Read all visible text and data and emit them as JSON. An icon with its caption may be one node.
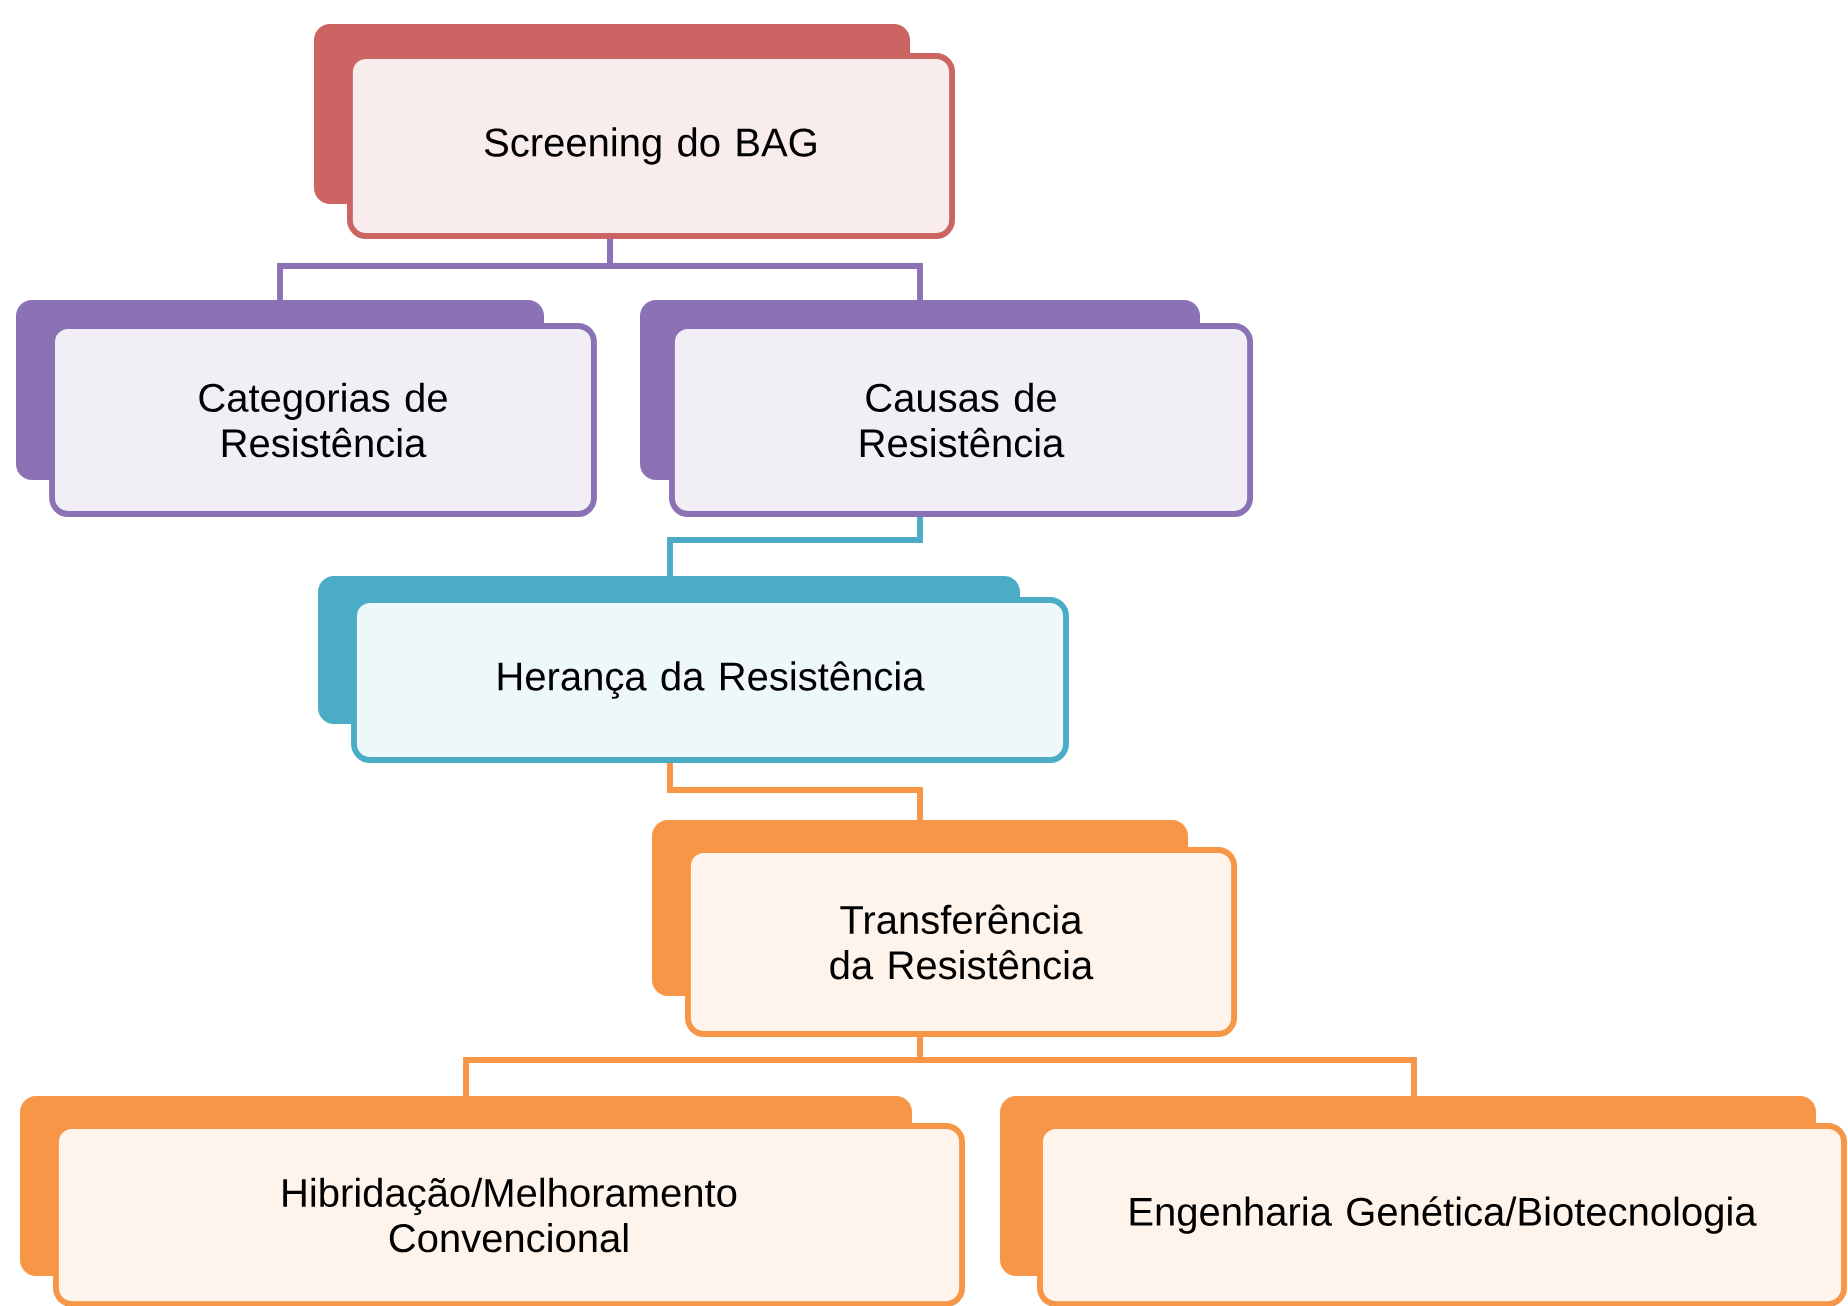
{
  "diagram": {
    "nodes": [
      {
        "text": [
          "Screening do BAG"
        ]
      },
      {
        "text": [
          "Categorias de Resistência"
        ]
      },
      {
        "text": [
          "Causas de Resistência"
        ]
      },
      {
        "text": [
          "Herança da Resistência"
        ]
      },
      {
        "text": [
          "Transferência da Resistência"
        ]
      },
      {
        "text": [
          "Hibridação/Melhoramento Convencional"
        ]
      },
      {
        "text": [
          "Engenharia Genética/Biotecnologia"
        ]
      }
    ],
    "edges": [
      {
        "from": 0,
        "to": 1,
        "arrow": "none",
        "color": "#8a72b5"
      },
      {
        "from": 0,
        "to": 2,
        "arrow": "none",
        "color": "#8a72b5"
      },
      {
        "from": 2,
        "to": 3,
        "arrow": "none",
        "color": "#4bacc6"
      },
      {
        "from": 3,
        "to": 4,
        "arrow": "none",
        "color": "#f79646"
      },
      {
        "from": 4,
        "to": 5,
        "arrow": "none",
        "color": "#f79646"
      },
      {
        "from": 4,
        "to": 6,
        "arrow": "none",
        "color": "#f79646"
      }
    ]
  }
}
